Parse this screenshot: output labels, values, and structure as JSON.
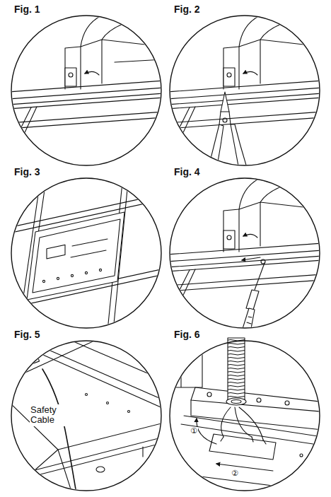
{
  "diagram": {
    "labels": [
      "Fig. 1",
      "Fig. 2",
      "Fig. 3",
      "Fig. 4",
      "Fig. 5",
      "Fig. 6",
      "Safety Cable",
      "①",
      "②"
    ]
  }
}
